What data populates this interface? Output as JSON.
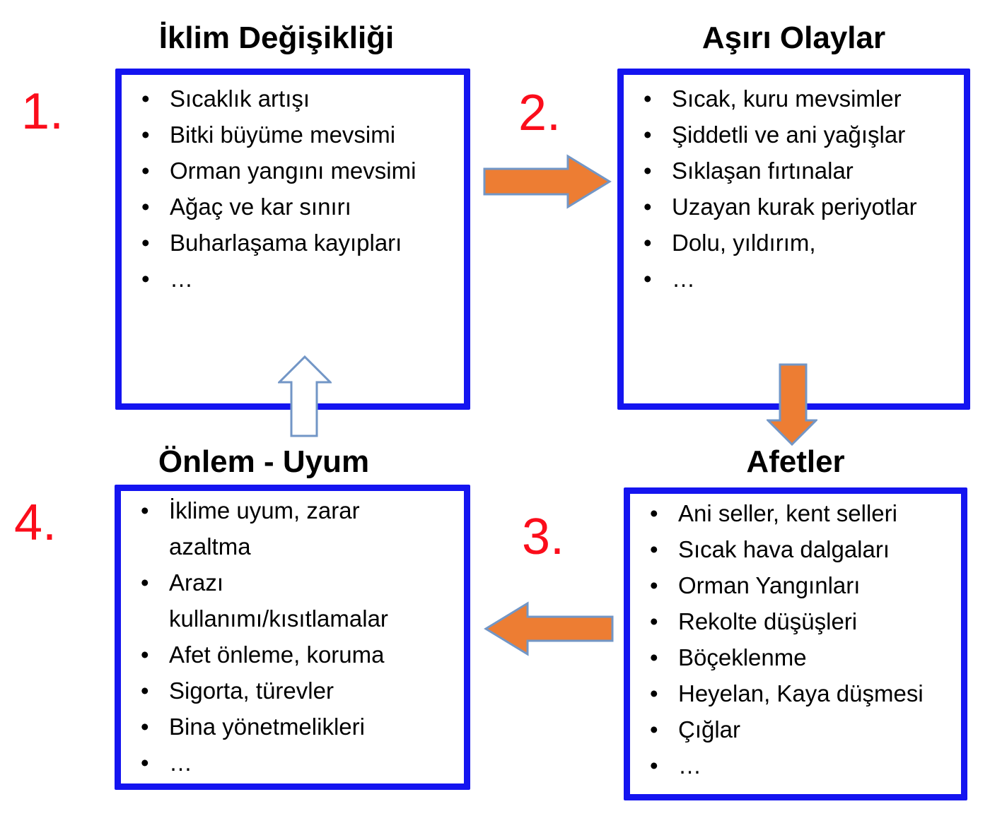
{
  "colors": {
    "box_border": "#1414f0",
    "arrow_fill": "#ED7D33",
    "arrow_stroke": "#7296C6",
    "up_arrow_fill": "#FFFFFF",
    "number_red": "#FB0D1B",
    "text": "#000000",
    "background": "#FFFFFF"
  },
  "boxes": [
    {
      "number": "1.",
      "title": "İklim Değişikliği",
      "items": [
        "Sıcaklık artışı",
        "Bitki büyüme mevsimi",
        "Orman yangını mevsimi",
        "Ağaç ve kar sınırı",
        "Buharlaşama kayıpları",
        "…"
      ]
    },
    {
      "number": "2.",
      "title": "Aşırı Olaylar",
      "items": [
        "Sıcak, kuru mevsimler",
        "Şiddetli ve ani yağışlar",
        "Sıklaşan fırtınalar",
        "Uzayan kurak periyotlar",
        "Dolu, yıldırım,",
        "…"
      ]
    },
    {
      "number": "3.",
      "title": "Afetler",
      "items": [
        "Ani seller, kent selleri",
        "Sıcak hava dalgaları",
        "Orman Yangınları",
        "Rekolte düşüşleri",
        "Böçeklenme",
        "Heyelan, Kaya düşmesi",
        "Çığlar",
        "…"
      ]
    },
    {
      "number": "4.",
      "title": "Önlem - Uyum",
      "items": [
        "İklime uyum, zarar\nazaltma",
        "Arazı\nkullanımı/kısıtlamalar",
        "Afet önleme, koruma",
        "Sigorta, türevler",
        "Bina yönetmelikleri",
        "…"
      ]
    }
  ],
  "arrows": [
    {
      "name": "arrow-1-to-2",
      "direction": "right"
    },
    {
      "name": "arrow-2-to-3",
      "direction": "down"
    },
    {
      "name": "arrow-3-to-4",
      "direction": "left"
    },
    {
      "name": "arrow-4-to-1",
      "direction": "up"
    }
  ]
}
